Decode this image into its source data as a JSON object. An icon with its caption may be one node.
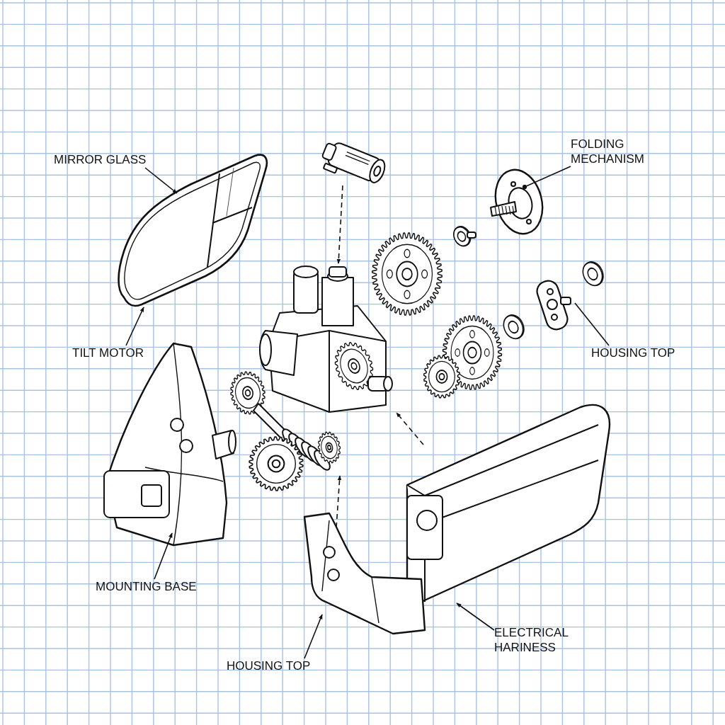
{
  "diagram": {
    "nodes": [
      {
        "text": [
          "MIRROR GLASS"
        ]
      },
      {
        "text": [],
        "shape": "picture"
      },
      {
        "text": [
          "FOLDING MECHANISM"
        ]
      },
      {
        "text": [],
        "shape": "picture"
      },
      {
        "text": [],
        "shape": "picture"
      },
      {
        "text": [],
        "shape": "picture"
      },
      {
        "text": [],
        "shape": "picture"
      },
      {
        "text": [
          "TILT MOTOR"
        ]
      },
      {
        "text": [
          "HOUSING TOP"
        ]
      },
      {
        "text": [],
        "shape": "picture"
      },
      {
        "text": [],
        "shape": "picture"
      },
      {
        "text": [],
        "shape": "picture"
      },
      {
        "text": [
          "MOUNTING BASE"
        ]
      },
      {
        "text": [
          "ELECTRICAL HARINESS"
        ]
      },
      {
        "text": [
          "HOUSING TOP"
        ]
      }
    ],
    "edges": [
      {
        "from": 0,
        "to": 1,
        "arrow": "to"
      },
      {
        "from": 2,
        "to": 5,
        "arrow": "other"
      },
      {
        "from": 3,
        "to": 4,
        "arrow": "to",
        "style": "dashed"
      },
      {
        "from": 7,
        "to": 1,
        "arrow": "to"
      },
      {
        "from": 8,
        "to": 6,
        "arrow": "none"
      },
      {
        "from": 11,
        "to": 4,
        "arrow": "to",
        "style": "dashed"
      },
      {
        "from": 11,
        "to": 10,
        "arrow": "to",
        "style": "dashed"
      },
      {
        "from": 12,
        "to": 9,
        "arrow": "to"
      },
      {
        "from": 13,
        "to": 11,
        "arrow": "to"
      },
      {
        "from": 14,
        "to": 11,
        "arrow": "to"
      }
    ]
  }
}
